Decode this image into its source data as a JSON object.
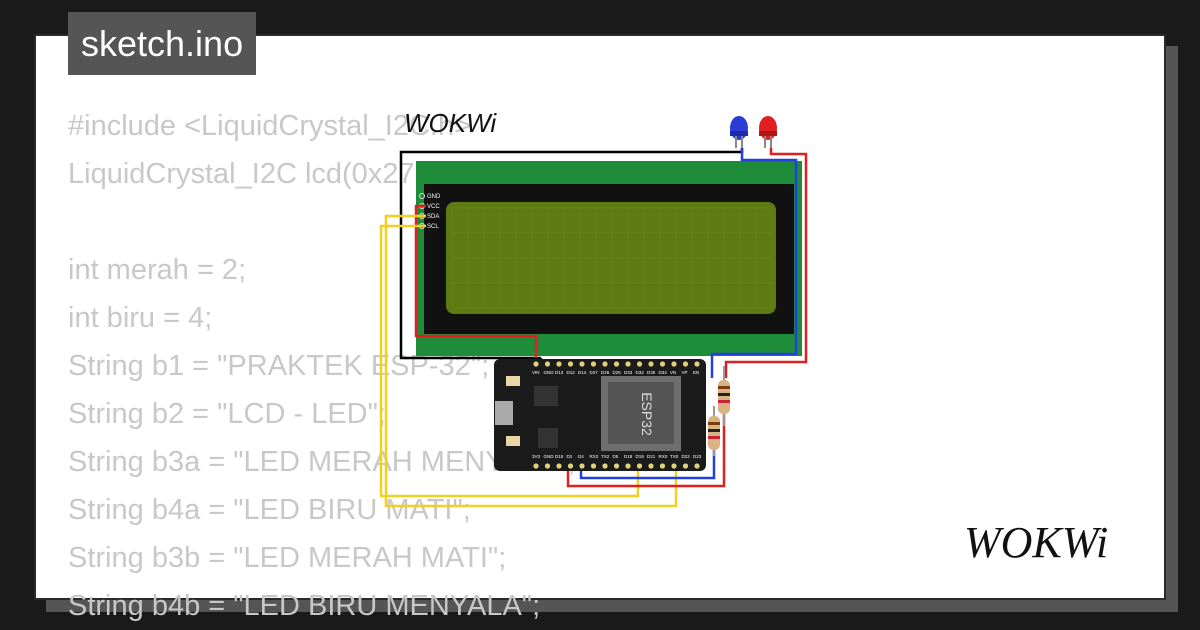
{
  "file_tab": {
    "title": "sketch.ino"
  },
  "code_lines": [
    "#include <LiquidCrystal_I2C.h>",
    "LiquidCrystal_I2C lcd(0x27, 16, 2);",
    "",
    "int merah = 2;",
    "int biru = 4;",
    "String b1 = \"PRAKTEK ESP-32\";",
    "String b2 = \"LCD - LED\";",
    "String b3a = \"LED MERAH MENYALA\";",
    "String b4a = \"LED BIRU MATI\";",
    "String b3b = \"LED MERAH MATI\";",
    "String b4b = \"LED BIRU MENYALA\";"
  ],
  "diagram": {
    "watermark": "WOKWi",
    "lcd_pins": [
      "GND",
      "VCC",
      "SDA",
      "SCL"
    ],
    "esp32_label": "ESP32",
    "esp32_top_pins": [
      "VIN",
      "GND",
      "D13",
      "D12",
      "D14",
      "D27",
      "D26",
      "D25",
      "D33",
      "D32",
      "D35",
      "D34",
      "VN",
      "VP",
      "EN"
    ],
    "esp32_bottom_pins": [
      "3V3",
      "GND",
      "D15",
      "D2",
      "D4",
      "RX2",
      "TX2",
      "D5",
      "D18",
      "D19",
      "D21",
      "RX0",
      "TX0",
      "D22",
      "D23"
    ],
    "led_colors": [
      "#2b3bd6",
      "#e02020"
    ],
    "wire_colors": {
      "gnd": "#000000",
      "vcc": "#e02020",
      "sda": "#f0d020",
      "scl": "#f0d020",
      "blue": "#2040e0"
    }
  },
  "brand": {
    "text": "WOKWi"
  }
}
